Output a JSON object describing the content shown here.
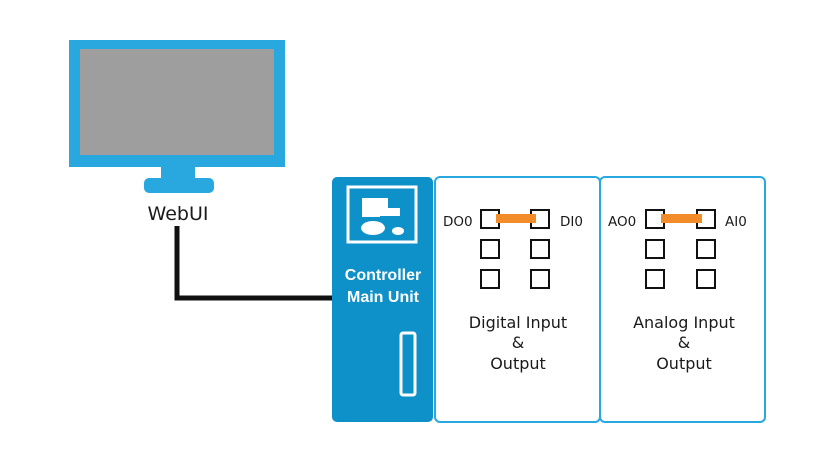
{
  "colors": {
    "monitor_frame": "#29a8e0",
    "monitor_screen": "#9e9e9e",
    "controller_fill": "#0d91c8",
    "module_border": "#29a8e0",
    "wire": "#111111",
    "jumper": "#f28c28",
    "terminal_stroke": "#111111"
  },
  "monitor": {
    "label": "WebUI",
    "icon": "monitor-icon"
  },
  "controller": {
    "line1": "Controller",
    "line2": "Main Unit",
    "icon": "controller-display-icon"
  },
  "digital_module": {
    "left_label": "DO0",
    "right_label": "DI0",
    "title_line1": "Digital Input",
    "title_line2": "&",
    "title_line3": "Output"
  },
  "analog_module": {
    "left_label": "AO0",
    "right_label": "AI0",
    "title_line1": "Analog Input",
    "title_line2": "&",
    "title_line3": "Output"
  }
}
